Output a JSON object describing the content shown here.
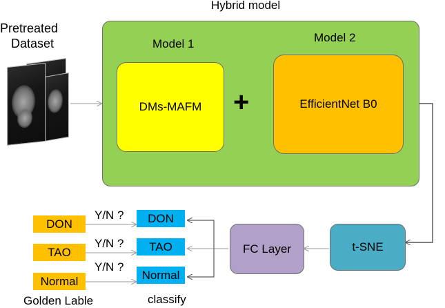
{
  "hybrid_title": "Hybrid model",
  "dataset_label_line1": "Pretreated",
  "dataset_label_line2": "Dataset",
  "model1_label": "Model 1",
  "model2_label": "Model 2",
  "dms_label": "DMs-MAFM",
  "plus": "+",
  "effnet_label": "EfficientNet B0",
  "tsne_label": "t-SNE",
  "fc_label": "FC Layer",
  "classes": [
    "DON",
    "TAO",
    "Normal"
  ],
  "golden": [
    "DON",
    "TAO",
    "Normal"
  ],
  "yn": [
    "Y/N ?",
    "Y/N ?",
    "Y/N ?"
  ],
  "golden_caption": "Golden Lable",
  "classify_caption": "classify",
  "colors": {
    "hybrid_bg": "#93d053",
    "dms_bg": "#ffff00",
    "effnet_bg": "#ffc000",
    "tsne_bg": "#4bacc6",
    "fc_bg": "#b1a0c7",
    "class_bg": "#00b0f0",
    "golden_bg": "#ffc000"
  }
}
